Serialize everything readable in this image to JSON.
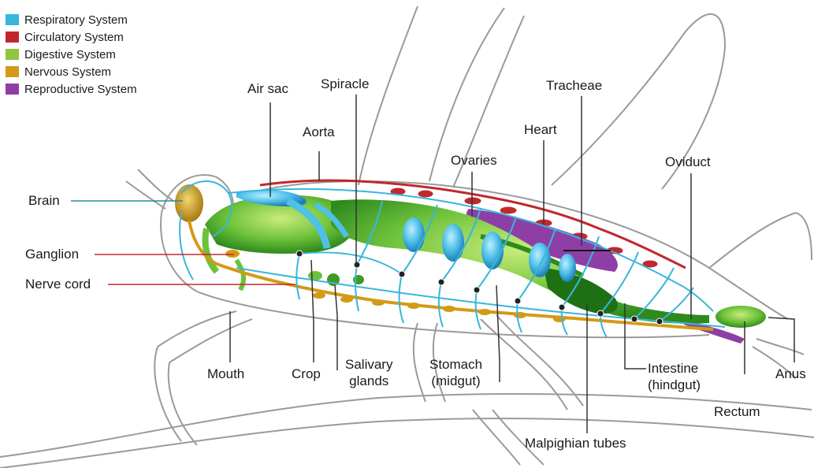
{
  "legend": [
    {
      "label": "Respiratory System",
      "color": "#38b6dc"
    },
    {
      "label": "Circulatory System",
      "color": "#c0282d"
    },
    {
      "label": "Digestive System",
      "color": "#8dc63f"
    },
    {
      "label": "Nervous System",
      "color": "#d49a17"
    },
    {
      "label": "Reproductive System",
      "color": "#8e3fa5"
    }
  ],
  "labels": {
    "brain": "Brain",
    "ganglion": "Ganglion",
    "nerve_cord": "Nerve cord",
    "mouth": "Mouth",
    "crop": "Crop",
    "salivary_1": "Salivary",
    "salivary_2": "glands",
    "stomach_1": "Stomach",
    "stomach_2": "(midgut)",
    "air_sac": "Air sac",
    "spiracle": "Spiracle",
    "aorta": "Aorta",
    "ovaries": "Ovaries",
    "heart": "Heart",
    "tracheae": "Tracheae",
    "oviduct": "Oviduct",
    "intestine_1": "Intestine",
    "intestine_2": "(hindgut)",
    "anus": "Anus",
    "rectum": "Rectum",
    "malpighian": "Malpighian tubes"
  }
}
